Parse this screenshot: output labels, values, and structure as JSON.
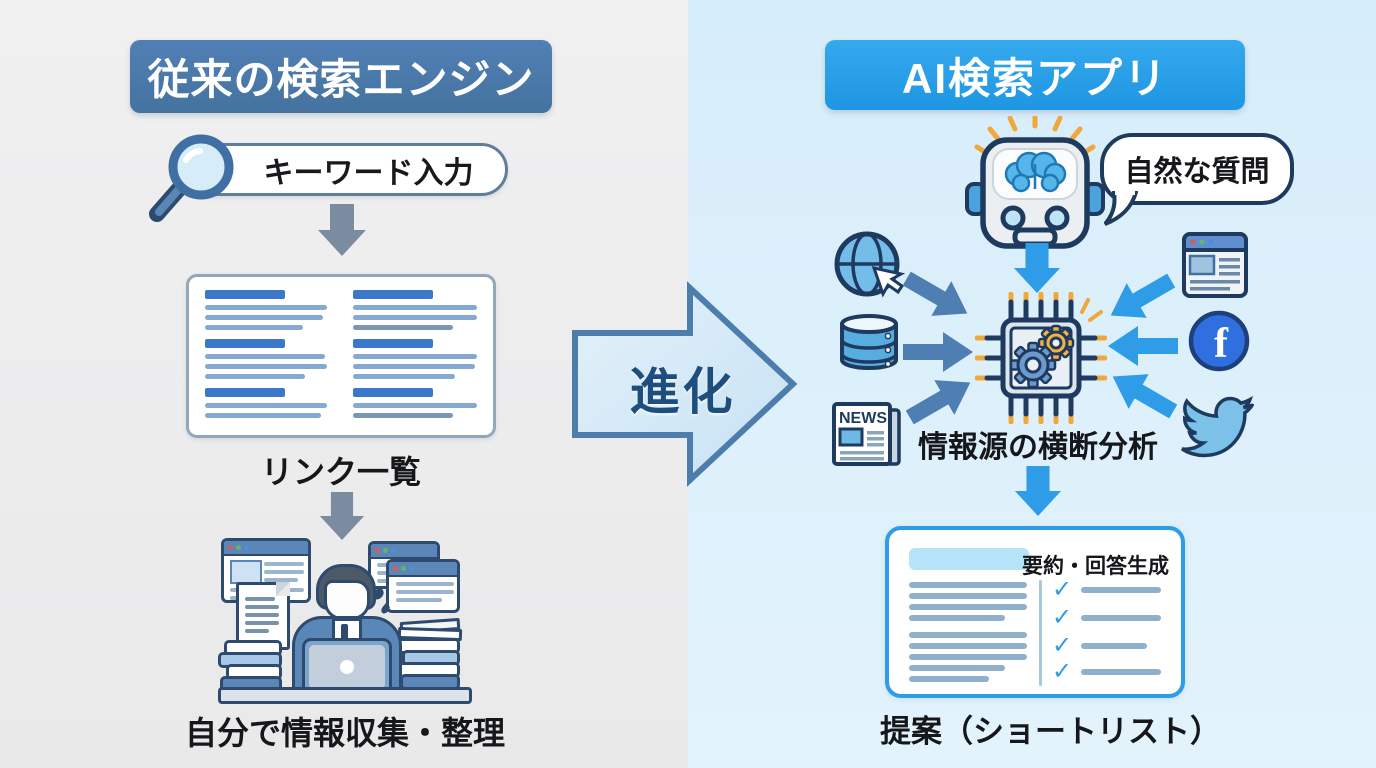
{
  "left_panel": {
    "header": "従来の検索エンジン",
    "search_input": "キーワード入力",
    "links_caption": "リンク一覧",
    "work_caption": "自分で情報収集・整理"
  },
  "evolution_arrow": {
    "label": "進化"
  },
  "right_panel": {
    "header": "AI検索アプリ",
    "speech_bubble": "自然な質問",
    "analysis_caption": "情報源の横断分析",
    "summary_title": "要約・回答生成",
    "proposal_caption": "提案（ショートリスト）",
    "news_icon_text": "NEWS",
    "facebook_icon_letter": "f"
  },
  "glyphs": {
    "check": "✓"
  },
  "colors": {
    "left_bg": "#ededee",
    "right_bg": "#ddeffa",
    "left_header_bg": "#4a7db4",
    "right_header_bg": "#2aa2e9",
    "accent_blue": "#2e9ce7",
    "steel_blue": "#4f7fb2",
    "navy_outline": "#1f3a5f",
    "gray_arrow": "#7b8ca1",
    "evolution_text": "#1d4e7e",
    "link_title_bar": "#3a79c9",
    "link_line": "#85a9d0",
    "orange_accent": "#f0a73c"
  }
}
